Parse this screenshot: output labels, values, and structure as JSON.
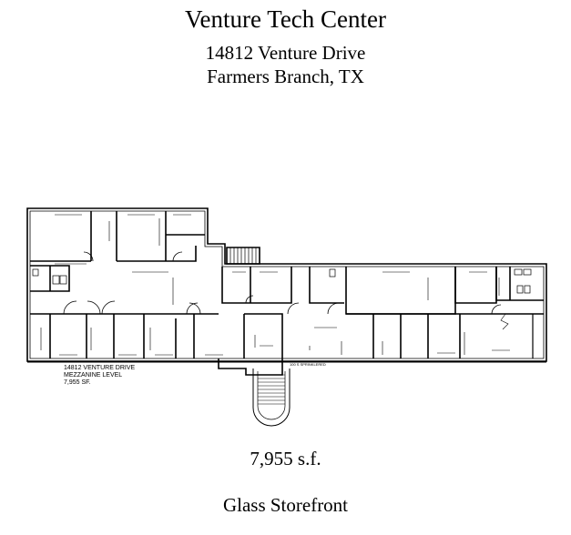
{
  "header": {
    "title": "Venture Tech Center",
    "address_line1": "14812 Venture Drive",
    "address_line2": "Farmers Branch, TX"
  },
  "plan": {
    "label_line1": "14812 VENTURE DRIVE",
    "label_line2": "MEZZANINE LEVEL",
    "label_line3": "7,955 SF.",
    "sprinklered_note": "100 S SPRINKLERED"
  },
  "footer": {
    "area": "7,955 s.f.",
    "storefront": "Glass Storefront"
  }
}
